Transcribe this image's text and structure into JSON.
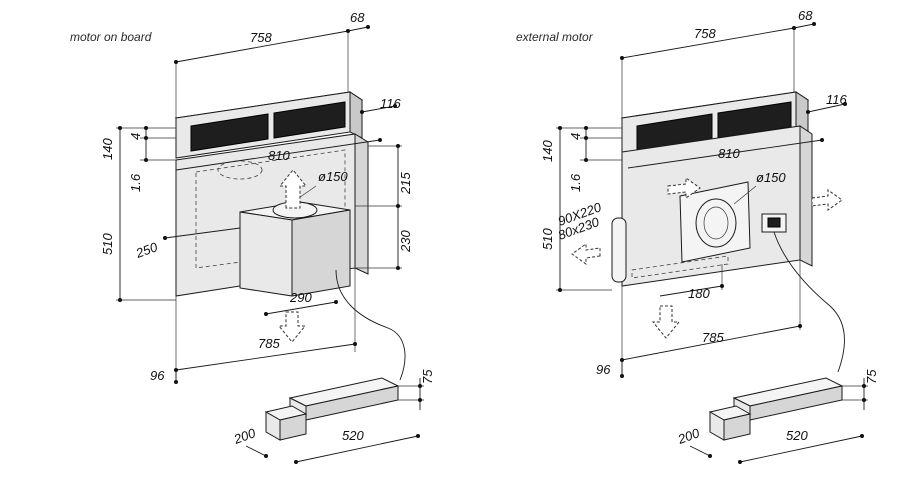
{
  "captions": {
    "left": "motor on board",
    "right": "external motor"
  },
  "left": {
    "d758": "758",
    "d68": "68",
    "d116": "116",
    "d4": "4",
    "d140": "140",
    "d1_6": "1.6",
    "d810": "810",
    "d150": "ø150",
    "d215": "215",
    "d510": "510",
    "d250": "250",
    "d230": "230",
    "d290": "290",
    "d785": "785",
    "d96": "96",
    "d75": "75",
    "d200": "200",
    "d520": "520"
  },
  "right": {
    "d758": "758",
    "d68": "68",
    "d116": "116",
    "d4": "4",
    "d140": "140",
    "d1_6": "1.6",
    "d810": "810",
    "d150": "ø150",
    "d90x220": "90X220",
    "d80x230": "80x230",
    "d510": "510",
    "d180": "180",
    "d785": "785",
    "d96": "96",
    "d75": "75",
    "d200": "200",
    "d520": "520"
  }
}
